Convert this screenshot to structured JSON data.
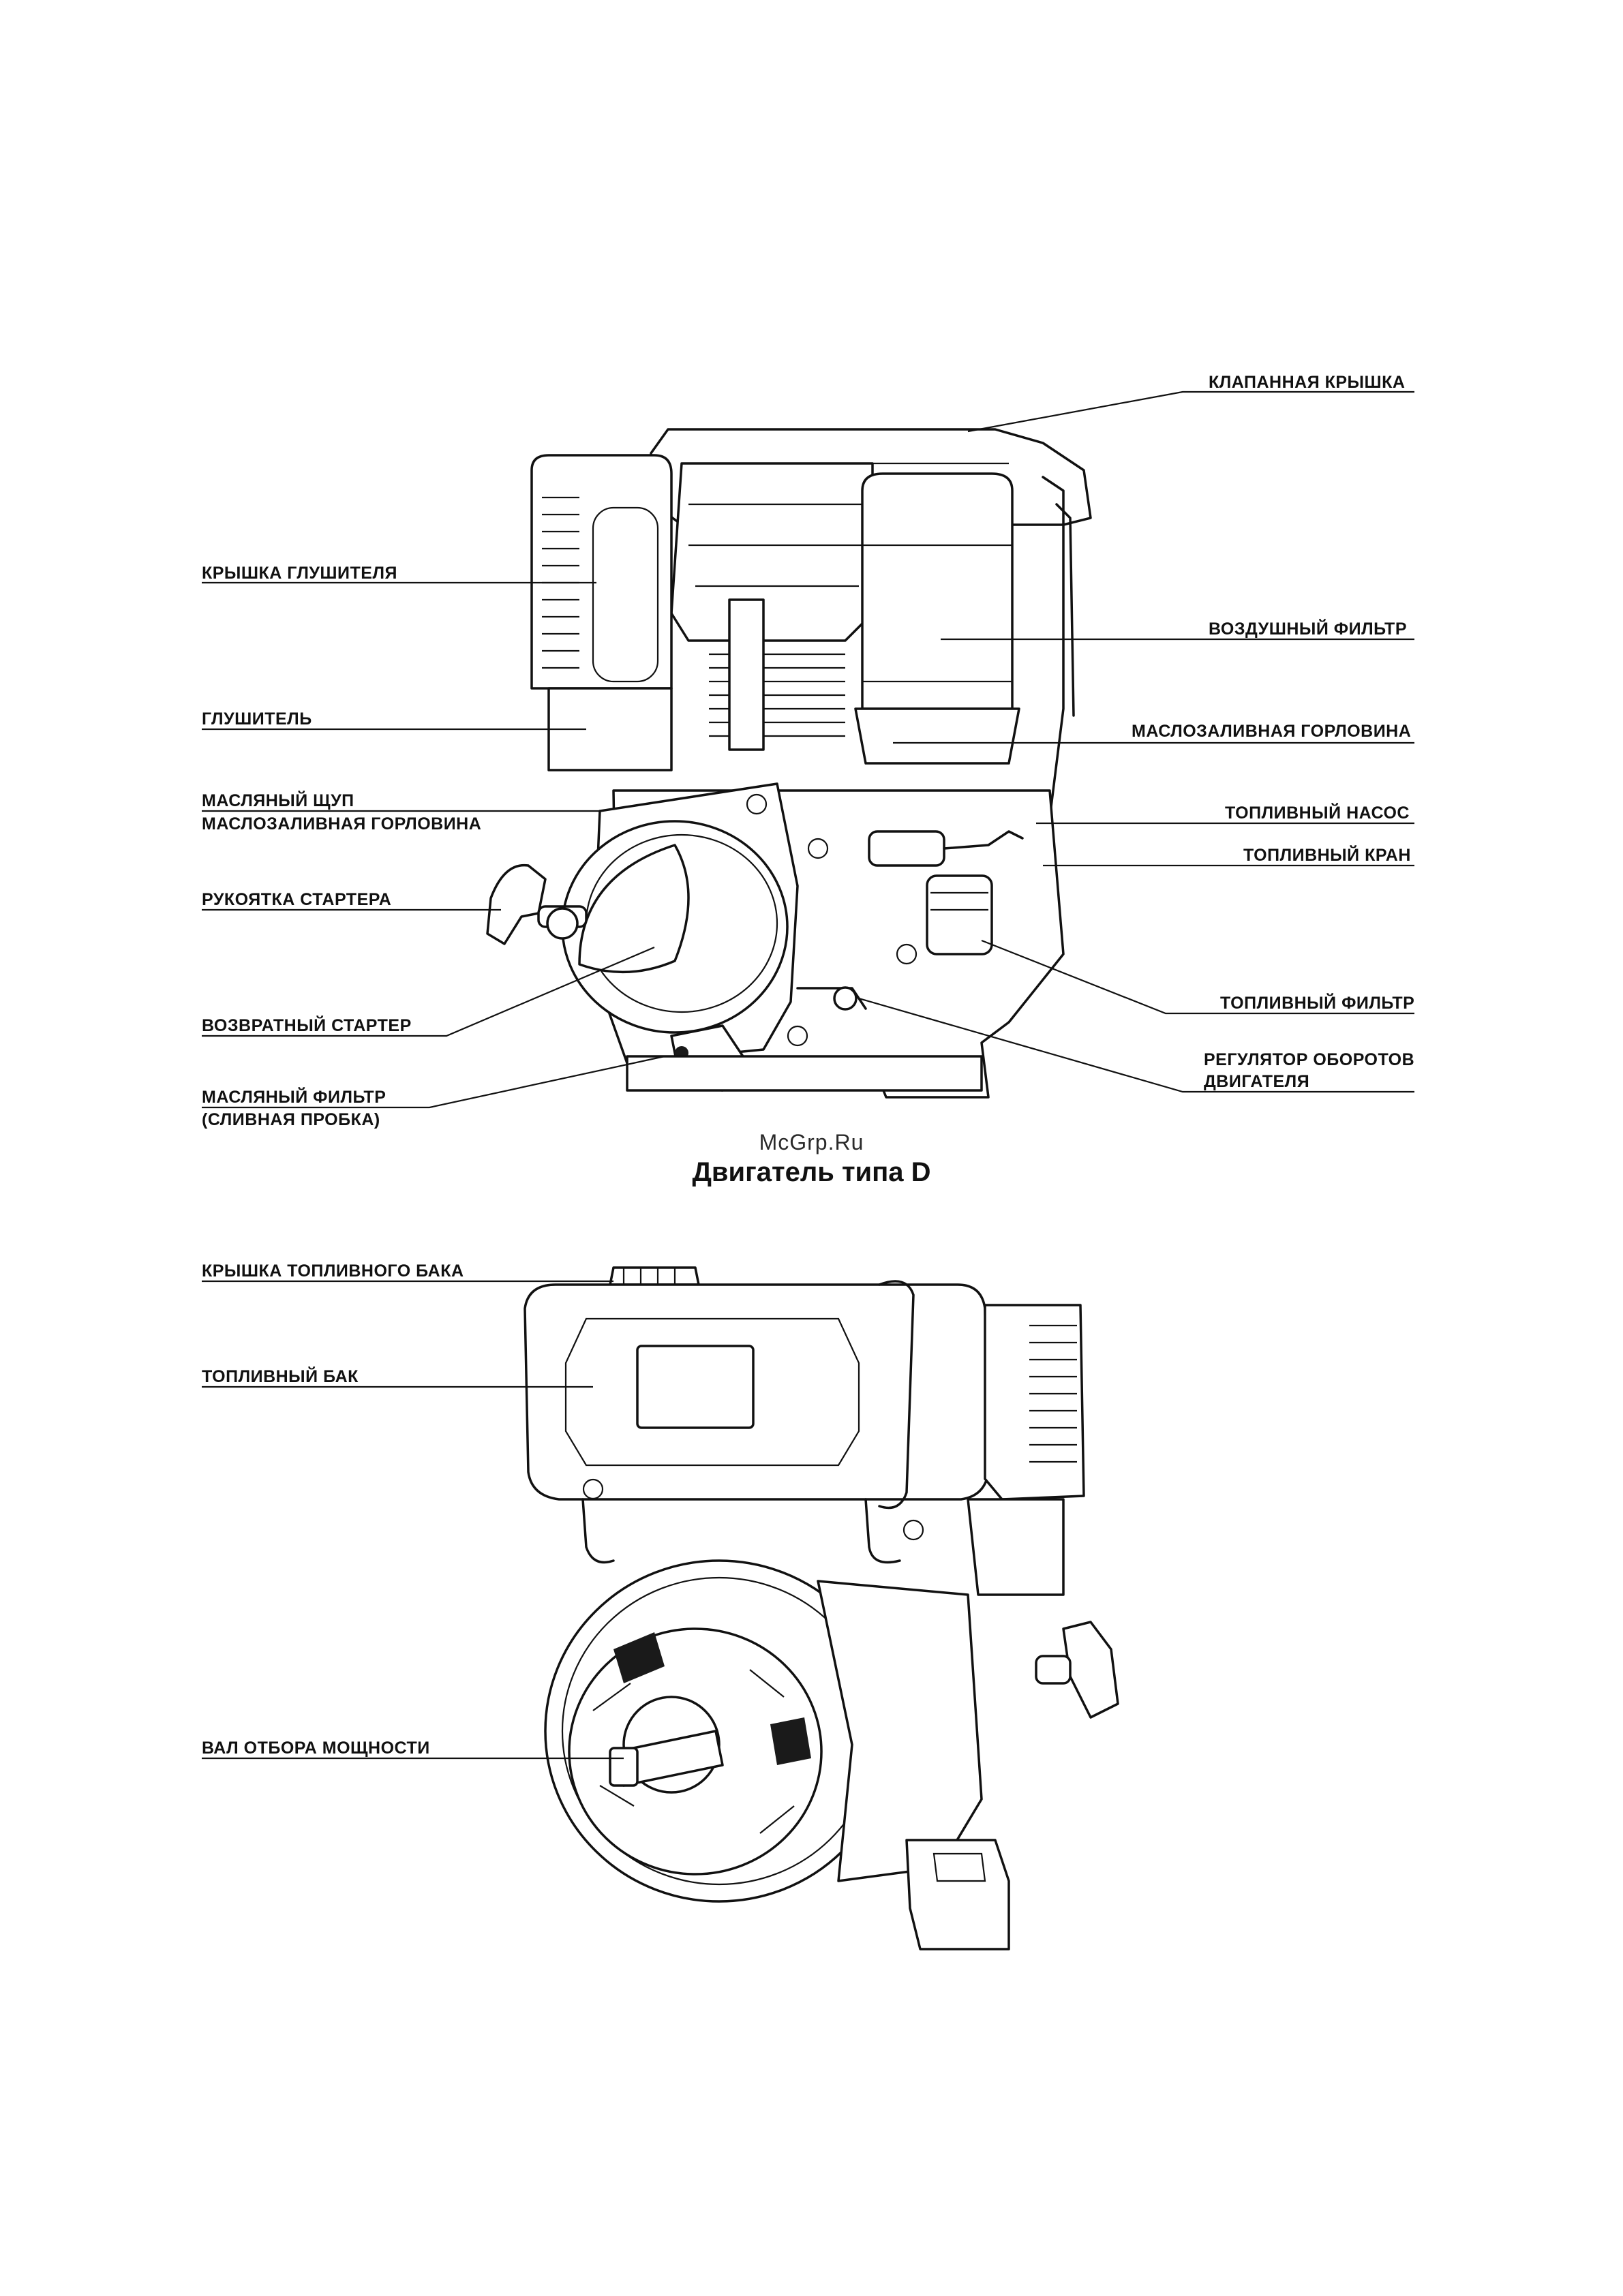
{
  "labels_top": {
    "valve_cover": "КЛАПАННАЯ КРЫШКА",
    "muffler_cover": "КРЫШКА ГЛУШИТЕЛЯ",
    "air_filter": "ВОЗДУШНЫЙ ФИЛЬТР",
    "muffler": "ГЛУШИТЕЛЬ",
    "oil_filler_neck_right": "МАСЛОЗАЛИВНАЯ ГОРЛОВИНА",
    "dipstick": "МАСЛЯНЫЙ ЩУП",
    "oil_filler_neck_left": "МАСЛОЗАЛИВНАЯ ГОРЛОВИНА",
    "fuel_pump": "ТОПЛИВНЫЙ НАСОС",
    "fuel_cock": "ТОПЛИВНЫЙ КРАН",
    "starter_handle": "РУКОЯТКА СТАРТЕРА",
    "fuel_filter": "ТОПЛИВНЫЙ ФИЛЬТР",
    "recoil_starter": "ВОЗВРАТНЫЙ СТАРТЕР",
    "governor_line1": "РЕГУЛЯТОР ОБОРОТОВ",
    "governor_line2": "ДВИГАТЕЛЯ",
    "oil_filter_line1": "МАСЛЯНЫЙ ФИЛЬТР",
    "oil_filter_line2": "(СЛИВНАЯ ПРОБКА)"
  },
  "watermark": "McGrp.Ru",
  "figure_caption": "Двигатель типа D",
  "labels_bottom": {
    "fuel_tank_cap": "КРЫШКА ТОПЛИВНОГО БАКА",
    "fuel_tank": "ТОПЛИВНЫЙ БАК",
    "pto_shaft": "ВАЛ ОТБОРА МОЩНОСТИ"
  }
}
